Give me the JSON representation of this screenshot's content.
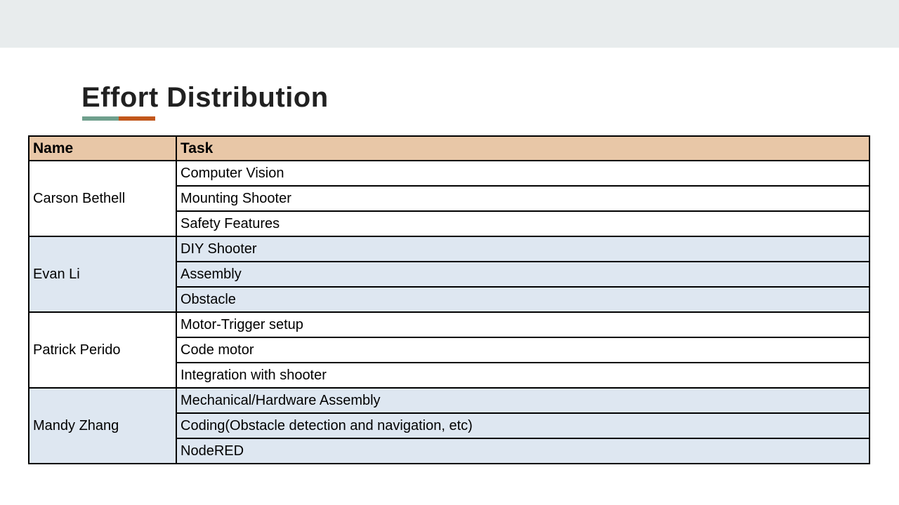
{
  "slide": {
    "title": "Effort Distribution"
  },
  "theme": {
    "band_bg": "#e8eced",
    "header_bg": "#e8c7a7",
    "alt_row_bg": "#dee7f1",
    "accent_teal": "#6f9f8d",
    "accent_orange": "#c2571b",
    "title_color": "#212121",
    "border_color": "#000000"
  },
  "table": {
    "headers": [
      "Name",
      "Task"
    ],
    "groups": [
      {
        "name": "Carson Bethell",
        "tasks": [
          "Computer Vision",
          "Mounting Shooter",
          "Safety Features"
        ]
      },
      {
        "name": "Evan Li",
        "tasks": [
          "DIY Shooter",
          "Assembly",
          "Obstacle"
        ]
      },
      {
        "name": "Patrick Perido",
        "tasks": [
          "Motor-Trigger setup",
          "Code motor",
          "Integration with shooter"
        ]
      },
      {
        "name": "Mandy Zhang",
        "tasks": [
          "Mechanical/Hardware Assembly",
          "Coding(Obstacle detection and navigation, etc)",
          "NodeRED"
        ]
      }
    ]
  }
}
